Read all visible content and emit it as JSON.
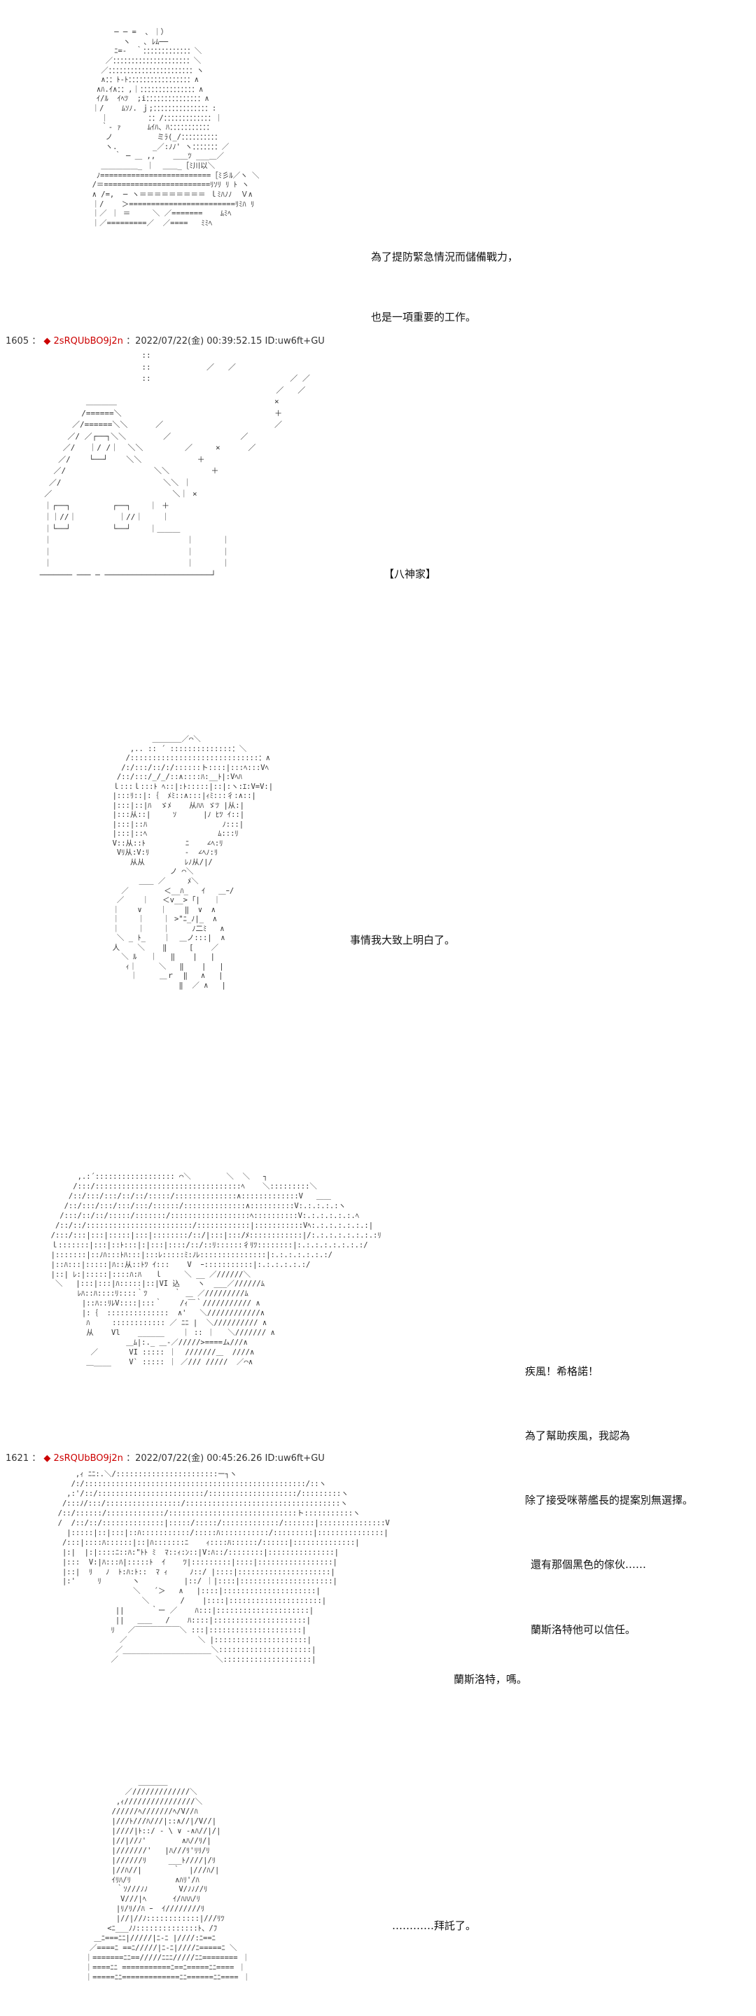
{
  "panel1": {
    "art": "          ─ ─ =  ､ ｜）\n            ヽ   ､ ﾚﾑ──\n          ﾆ=-  ｀：：：：：：：：：：：：：＼\n        ／：：：：：：：：：：：：：：：：：：：：：＼\n       ／：：：：：：：：：：：：：：：：：：：：：：：ヽ\n       ∧：：ﾄ-ﾄ：：：：：：：：：：：：：：：：：∧\n      ∧ﾊ.ｲ∧：：,｜：：：：：：：：：：：：：：：∧\n      ｲ/ﾙ  ｲﾍﾂ  ;i：：：：：：：：：：：：：：：∧\n     ｜/    ﾑｿﾉ. ｊ;：：：：：：：：：：：：：：：:\n       ｜         ：：/：：：：：：：：：：：：：｜\n       ｀- ｧ      ﾑｲﾊ、ﾊ：：：：：：：：：：：\n        ノ          ミﾗ(_/：：：：：：：：：：\n        ヽ.        _／:ﾉﾉ' ヽ：：：：：：：／\n          ｀ ─ ＿ ,,    ＿＿ﾂ ___＿／\n       ＿＿＿＿＿_ ｜  ＿＿_［ﾐ川以＼\n      ﾉ=========================［ﾐ彡ﾙ／ヽ ＼\n     /＝========================ﾘｿﾘ ﾘ ﾄ ヽ\n     ∧ /=,  ─ ヽ＝＝＝＝＝＝＝＝＝ ｌﾐﾊﾉﾉ  Ｖ∧\n     ｜/    ＞========================ﾘﾐﾊ ﾘ\n     ｜／ ｜ ＝     ＼ ／=======    ﾑﾐﾍ\n     ｜／=========／  ／====   ﾐﾐﾍ",
    "narration": [
      "為了提防緊急情況而儲備戰力，",
      "也是一項重要的工作。"
    ]
  },
  "post1605": {
    "number": "1605",
    "separator": "：",
    "diamond": "◆",
    "trip": "2sRQUbBO9j2n",
    "datetime": "：2022/07/22(金) 00:39:52.15",
    "id": "ID:uw6ft+GU"
  },
  "panel2": {
    "art": "                       ::\n                       ::            ／   ／\n                       ::                              ／ ／\n                                                    ／   ／\n           ＿＿＿＿                                  ×\n          /======＼                                 ＋\n        ／/======＼＼      ／                        ／\n       ／/ ／┌──┐＼＼        ／               ／\n      ／/   ｜/ /｜  ＼＼         ／     ×      ／\n     ／/    └──┘    ＼＼            ＋\n    ／/                   ＼＼         ＋\n   ／/                      ＼＼ ｜\n  ／                          ＼｜ ×\n  ｜┌──┐         ┌──┐    ｜ ＋\n  ｜｜//｜         ｜//｜    ｜\n  ｜└──┘         └──┘    ｜＿＿＿\n  ｜                             ｜      ｜\n  ｜                             ｜      ｜\n  ｜                             ｜      ｜\n ─────── ─── ─ ───────────────────────┘",
    "caption": "【八神家】"
  },
  "panel3": {
    "art": "                 ＿＿＿＿／⌒＼\n            ,.. :: ´ ::::::::::::::：＼\n           /:::::::::::::::::::::::::::::：∧\n          /:/:::/::/:/::::::ト::::|:::ﾍ:::Vﾍ\n         /::/:::/_/_/::∧::::ﾊ:__ﾄ|:Vﾍﾊ\n        ｌ:::ｌ:::ﾄ ﾍ::|:ﾄ:::::|::|:ヽ:ｴ:V=V:|\n        |:::ﾘ::|:｛  ﾒﾐ::∧:::|ｨﾐ:::彳:∧::|\n        |:::|::|ﾊ  ゞﾒ    从ﾊﾊ ゞﾂ |从:|\n        |:::从::|     ｿ      |ﾉ ﾋﾂ ｲ::|\n        |:::|::ﾊ                 ﾉ:::|\n        |:::|::ﾍ                ﾑ:::ﾘ\n        V::从::ﾄ         ﾆ    ∠ﾍ:ﾘ\n         Vﾘ从:V:ﾘ        -  ∠ﾍﾉ:ﾘ\n            从从         ﾚﾉ从/|/\n                     ノ ⌒＼\n              ＿＿ ／     ﾒ＼\n          ／        ＜__ﾊ_   ｲ   ＿ｰ/\n         ／    ｜   ＜v__> ｢|   ｜\n        ｜    ∨    ｜    ‖  ∨  ∧\n        ｜    ｜    ｜ >\"ﾆ_ﾉ|_  ∧\n        ｜    ｜    ｜     ﾉ二ﾐ   ∧\n         ＼ _ ﾄ_    ｜  ＿ノ:::|  ∧\n        人    ＼    ‖     [    ／\n          ＼ ﾙ   ｜   ‖    |   |\n           ｨ｜     ＼   ‖    |   |\n            ｜     ＿ｒ  ‖   ∧   |\n                       ‖  ／ ∧   |",
    "narration": [
      "事情我大致上明白了。"
    ]
  },
  "panel4": {
    "art": "        ,.:´:::::::::::::::::: ⌒＼        ＼  ＼   ┐\n       /:::/:::::::::::::::::::::::::::::::::ﾍ    ＼:::::::::＼\n      /::/:::/:::/::/::/:::::/::::::::::::::∧:::::::::::::V   ＿＿\n     /::/:::/:::/:::/:::/::::::/::::::::::::::∧::::::::::V:.:.:.:.:ヽ\n    /:::/::/::/:::::/:::::::/::::::::::::::::::ﾍ::::::::::V:.:.:.:.:.:.ﾍ\n   /::/::/::::::::::::::::::::::::/::::::::::::|:::::::::::Vﾍ:.:.:.:.:.:.:|\n  /:::/:::|:::|:::::|:::|::::::::/::/|:::|:::/ﾒ::::::::::::|/:.:.:.:.:.:.:.:ﾘ\n  ｌ:::::::|:::|::ﾄ:::|:|:::|::::/::/::ﾘ::::::彳ﾘﾂ::::::::|:.:.:.:.:.:.:.:/\n  |:::::::|::ﾉﾊ:::ﾄﾊ:::|:::ﾚ:::::ﾐ:ﾉﾚ:::::::::::::::|:.:.:.:.:.:.:/\n  |::ﾊ:::|:::::|ﾊ::从::ﾄﾂ ｲ:::    V  ｰ:::::::::::|:.:.:.:.:.:/\n  |::| ﾚ:|:::::|::::ﾊ:ﾊ   ｌ     ＼ __ ／//////＼\n   ＼   |:::|:::|ﾊ:::::|::|VI 込    ヽ  ___／//////ﾑ\n        ﾚﾊ::ﾊ::::ﾘ::::｀ﾂ      ｀ ＿ ／/////////ﾑ\n         |::ﾊ::ﾘﾚV::::|:::｀    /ｨ￣｀/////////// ∧\n         |:｛  ::::::::::::::  ∧'   ＼////////////∧\n          ﾊ     :::::::::::: ／ ﾆﾆ |  ＼////////// ∧\n          从    Vl    ______    ｜ :: ｜   ＼/////// ∧\n                   ＿ﾑ|:._ ＿-／/////>====ム///∧\n           ／       VI ::::: ｜  ///////＿  ////∧\n          ＿____    V` ::::: ｜ ／/// /////  ／⌒∧",
    "narration": [
      "疾風！希格諾！",
      "為了幫助疾風，我認為",
      "除了接受咪蒂艦長的提案別無選擇。",
      "還有那個黑色的傢伙……",
      "蘭斯洛特他可以信任。"
    ]
  },
  "post1621": {
    "number": "1621",
    "separator": "：",
    "diamond": "◆",
    "trip": "2sRQUbBO9j2n",
    "datetime": "：2022/07/22(金) 00:45:26.26",
    "id": "ID:uw6ft+GU"
  },
  "panel5": {
    "art": "      ,ｨ ﾆﾆ:.＼/:::::::::::::::::::::::ー┐ヽ\n     /:/::::::::::::::::::::::::::::::::::::::::::::::::::/::ヽ\n    ,:'/::/::::::::::::::::::::::::/::::::::::::::::::::/:::::::::ヽ\n   /:::ﾉ/:::/:::::::::::::::::/:::::::::::::::::::::::::::::::::::ヽ\n  /::/::::::/:::::::::::::/:::::::::::::::::::::::::::::ト:::::::::::ヽ\n  /  /::/::/::::::::::::::|:::::/:::::/:::::::::::::/:::::::|:::::::::::::::V\n    |:::::|::|:::|::ﾊ:::::::::::/:::::ﾊ:::::::::::/:::::::::|:::::::::::::::|\n   /:::|::::ﾊ::::::|::|ﾊ:::::::ﾆ    ｨ::::ﾊ::::::/::::::|::::::::::::::|\n   |:|  |:|::::ﾆ::ﾊ:\"ﾄﾄ ﾐ  ﾏ::ｨ:ﾝ::|V:ﾊ::/::::::::|:::::::::::::::|\n   |:::  V:|ﾊ:::ﾊ|:::::ﾄ  ｲ    ﾂ|:::::::::|::::|:::::::::::::::::|\n   |::|  ﾘ   ﾉ  ﾄ:ﾊ:ﾄ::  ﾏ ｨ     ﾉ::/ |::::|:::::::::::::::::::::|\n   |:'     ﾘ       ヽ          |::/ ｜|::::|:::::::::::::::::::::|\n                   ＼   ´＞   ∧   |::::|:::::::::::::::::::::|\n                     ＼       /    |::::|:::::::::::::::::::::|\n               ||      ｀ー ／    ﾊ:::|:::::::::::::::::::::|\n               ||   ＿＿   /    ﾊ::::|:::::::::::::::::::::|\n              ﾘ   ／￣￣￣￣￣￣＼ :::|:::::::::::::::::::::|\n                ／                ＼ |:::::::::::::::::::::|\n               ／____________________＼:::::::::::::::::::::|\n              ／                      ＼::::::::::::::::::::|",
    "narration": [
      "蘭斯洛特，嗎。"
    ]
  },
  "panel6": {
    "art": "                 ＿＿＿＿\n              ／/////////////＼\n            ,ｨ////////////////＼\n           //////ﾍ///////ﾍ/V//ﾊ\n           |///ﾄ///ﾊ///|::∧//|/V//|\n           |////|ﾄ::/ - \\ ∨ -∧ﾊ//|/|\n           |//|//ﾉ'        ∧ﾊ//ﾘ/|\n           |///////'   |ﾊ///ﾘ'ﾘﾘ/ﾘ\n           |//////ﾘ     ___ﾄ////|/ﾘ\n           |//ﾊ//|       ｀  |///ﾊ/|\n           ｲﾘﾊ/ﾘ          ∧ﾊﾘ'/ﾊ\n            ｀ｿ///ﾉﾉ       V/ﾉﾉ//ﾘ\n             V///|ﾍ      ｲ/ﾊﾊﾊ/ﾘ\n            |ﾘ/ﾘ//ﾊ ｰ  ｲ////////ﾘ\n            |//|//ﾉ::::::::::::|///ﾘﾂ\n          <ﾆ___ﾉﾉ::::::::::::::ﾄ、/ﾌ\n       ＿ﾆ===ﾆﾆ|/////|ﾆ-ﾆ |////:ﾆ==ﾆ\n      ／====ﾆ ==ﾆ/////|ﾆ-ﾆ|////ﾆ=====ﾆ ＼\n     ｜=======ﾆﾆ==/////ﾆﾆﾆ/////ﾆﾆ======== ｜\n     ｜====ﾆﾆ ===========ﾆ==ﾆ=====ﾆﾆ==== ｜\n     ｜=====ﾆﾆ=============ﾆﾆ======ﾆﾆ==== ｜",
    "narration": [
      "…………拜託了。"
    ]
  }
}
